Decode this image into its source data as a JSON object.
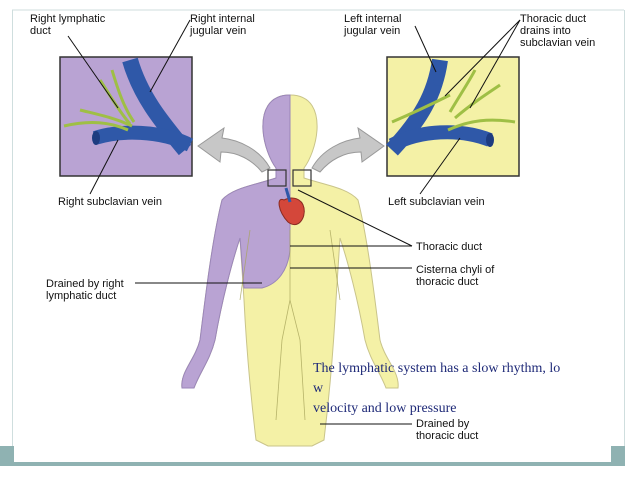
{
  "labels": {
    "right_lymphatic_duct": "Right lymphatic\nduct",
    "right_internal_jugular": "Right internal\njugular vein",
    "left_internal_jugular": "Left internal\njugular vein",
    "thoracic_duct_drains": "Thoracic duct\ndrains into\nsubclavian vein",
    "right_subclavian": "Right subclavian vein",
    "left_subclavian": "Left subclavian vein",
    "thoracic_duct": "Thoracic duct",
    "cisterna_chyli": "Cisterna chyli of\nthoracic duct",
    "drained_right": "Drained by right\nlymphatic duct",
    "drained_thoracic": "Drained by\nthoracic duct"
  },
  "caption": {
    "line1": "The lymphatic system has a slow rhythm, lo",
    "line2": "w",
    "line3": "velocity and low pressure"
  },
  "colors": {
    "right_region": "#b9a3d3",
    "left_region": "#f4f1a6",
    "vein": "#2f58a8",
    "lymph_vessel": "#9fbf45",
    "arrow": "#c7c7c7"
  }
}
